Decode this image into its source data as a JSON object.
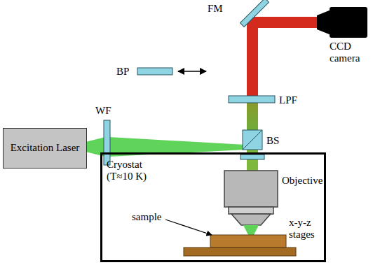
{
  "diagram": {
    "nodes": [
      {
        "text": [
          "Excitation Laser"
        ]
      },
      {
        "text": [
          "Cryostat (T≈10 K)"
        ]
      }
    ],
    "labels": [
      "FM",
      "CCD camera",
      "BP",
      "LPF",
      "WF",
      "BS",
      "Objective",
      "sample",
      "x-y-z stages"
    ]
  }
}
